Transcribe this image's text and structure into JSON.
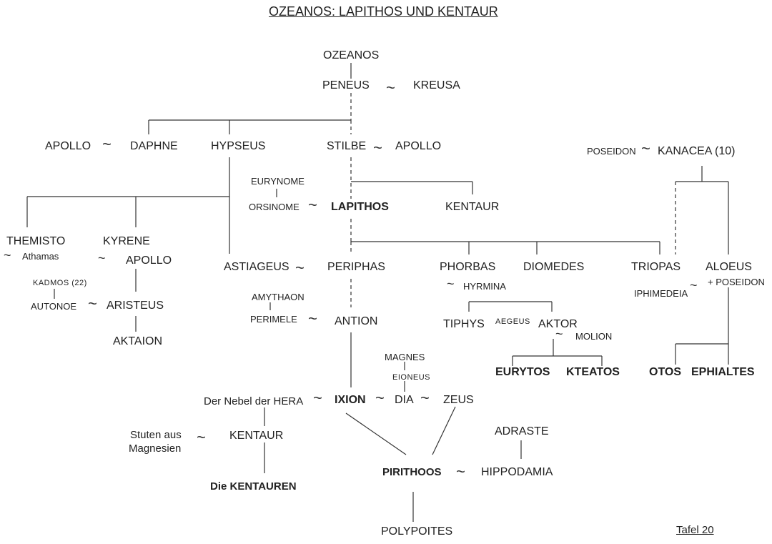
{
  "title": "OZEANOS: LAPITHOS UND KENTAUR",
  "plate": "Tafel 20",
  "union_symbol": "~",
  "names": {
    "ozeanos": "OZEANOS",
    "peneus": "PENEUS",
    "kreusa": "KREUSA",
    "apollo_1": "APOLLO",
    "daphne": "DAPHNE",
    "hypseus": "HYPSEUS",
    "stilbe": "STILBE",
    "apollo_2": "APOLLO",
    "poseidon_1": "POSEIDON",
    "kanacea": "KANACEA (10)",
    "eurynome": "EURYNOME",
    "orsinome": "ORSINOME",
    "lapithos": "LAPITHOS",
    "kentaur_1": "KENTAUR",
    "themisto": "THEMISTO",
    "athamas": "Athamas",
    "kyrene": "KYRENE",
    "apollo_3": "APOLLO",
    "astiageus": "ASTIAGEUS",
    "periphas": "PERIPHAS",
    "phorbas": "PHORBAS",
    "diomedes": "DIOMEDES",
    "triopas": "TRIOPAS",
    "aloeus": "ALOEUS",
    "hyrmina": "HYRMINA",
    "iphimedeia": "IPHIMEDEIA",
    "poseidon_2": "+ POSEIDON",
    "kadmos": "KADMOS (22)",
    "autonoe": "AUTONOE",
    "aristeus": "ARISTEUS",
    "aktaion": "AKTAION",
    "amythaon": "AMYTHAON",
    "perimele": "PERIMELE",
    "antion": "ANTION",
    "tiphys": "TIPHYS",
    "aegeus": "AEGEUS",
    "aktor": "AKTOR",
    "molion": "MOLION",
    "eurytos": "EURYTOS",
    "kteatos": "KTEATOS",
    "otos": "OTOS",
    "ephialtes": "EPHIALTES",
    "magnes": "MAGNES",
    "eioneus": "EIONEUS",
    "nebel": "Der Nebel der HERA",
    "ixion": "IXION",
    "dia": "DIA",
    "zeus": "ZEUS",
    "stuten_1": "Stuten aus",
    "stuten_2": "Magnesien",
    "kentaur_2": "KENTAUR",
    "adraste": "ADRASTE",
    "pirithoos": "PIRITHOOS",
    "hippodamia": "HIPPODAMIA",
    "kentauren": "Die KENTAUREN",
    "polypoites": "POLYPOITES"
  }
}
